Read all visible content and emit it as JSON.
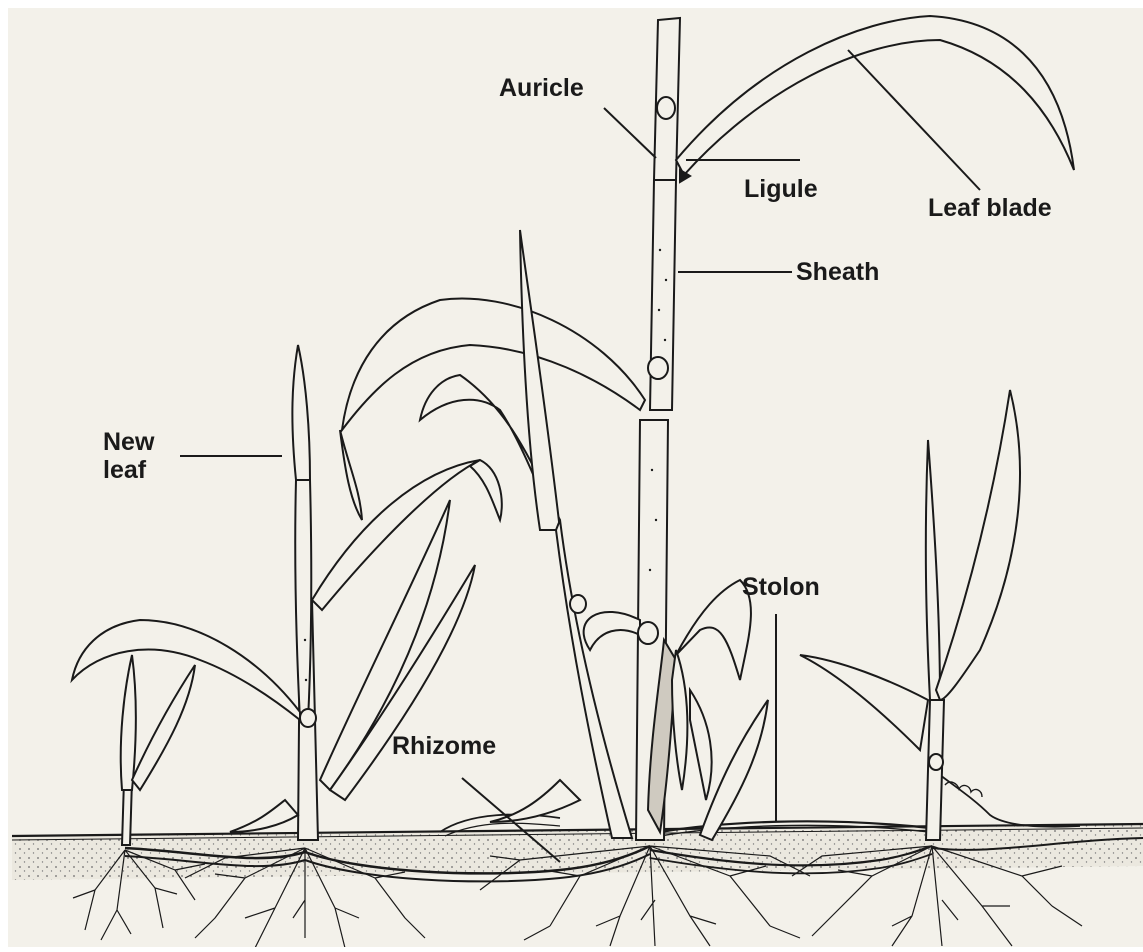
{
  "labels": {
    "auricle": "Auricle",
    "ligule": "Ligule",
    "leaf_blade": "Leaf blade",
    "sheath": "Sheath",
    "new_leaf": [
      "New",
      "leaf"
    ],
    "stolon": "Stolon",
    "rhizome": "Rhizome"
  },
  "colors": {
    "paper": "#f3f1ea",
    "ink": "#1a1a1a",
    "soil": "#ebe8df"
  }
}
